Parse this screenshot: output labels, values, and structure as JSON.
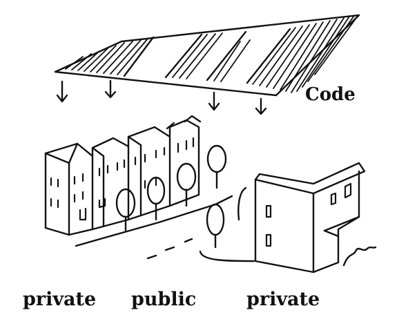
{
  "labels": {
    "code": "Code",
    "private_left": "private",
    "public": "public",
    "private_right": "private"
  },
  "colors": {
    "ink": "#111111",
    "background": "#ffffff"
  }
}
